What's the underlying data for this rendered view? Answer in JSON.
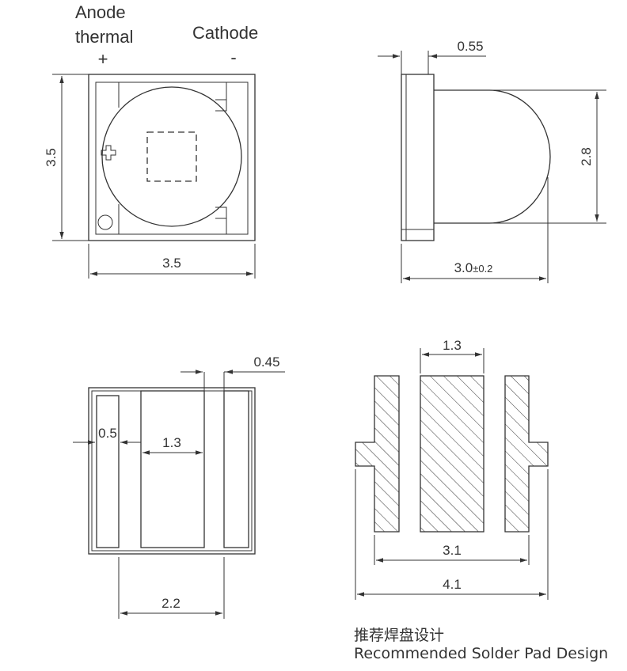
{
  "labels": {
    "anode": "Anode",
    "thermal": "thermal",
    "plus": "+",
    "cathode": "Cathode",
    "minus": "-"
  },
  "dimensions": {
    "top_left_height": "3.5",
    "top_left_width": "3.5",
    "side_flange": "0.55",
    "side_dome_height": "2.8",
    "side_length_value": "3.0",
    "side_length_tolerance": "±0.2",
    "bottom_side_strip": "0.45",
    "bottom_left_strip": "0.5",
    "bottom_center_pad": "1.3",
    "bottom_span": "2.2",
    "pad_center_width": "1.3",
    "pad_inner_span": "3.1",
    "pad_outer_span": "4.1"
  },
  "caption": {
    "chinese": "推荐焊盘设计",
    "english": "Recommended Solder Pad Design"
  },
  "colors": {
    "line": "#333333",
    "background": "#ffffff"
  }
}
